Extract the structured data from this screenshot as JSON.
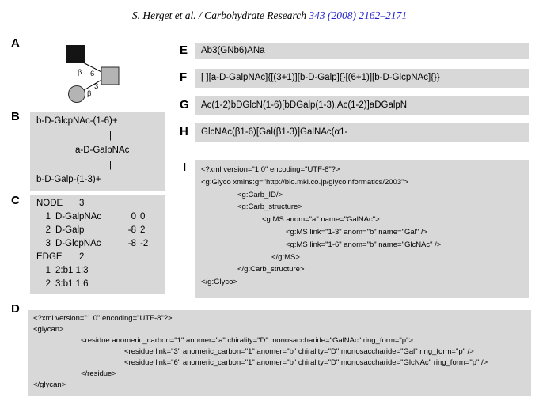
{
  "header": {
    "running_head": "S. Herget et al. / Carbohydrate Research",
    "citation": "343 (2008) 2162–2171"
  },
  "colors": {
    "box_gray": "#d8d8d8",
    "symbol_gray": "#b4b4b4",
    "symbol_black": "#141414",
    "link_blue": "#2222cc"
  },
  "panels": {
    "a": {
      "label": "A",
      "symbols": [
        "filled-square",
        "shaded-square",
        "shaded-circle"
      ],
      "linkage_labels": {
        "upper_anomer": "β",
        "upper_position": "6",
        "lower_anomer": "β",
        "lower_position": "3"
      }
    },
    "b": {
      "label": "B",
      "lines": [
        "b-D-GlcpNAc-(1-6)+",
        "|",
        "a-D-GalpNAc",
        "|",
        "b-D-Galp-(1-3)+"
      ]
    },
    "c": {
      "label": "C",
      "node_keyword": "NODE",
      "node_count": "3",
      "nodes": [
        {
          "index": "1",
          "name": "D-GalpNAc",
          "x": "0",
          "y": "0"
        },
        {
          "index": "2",
          "name": "D-Galp",
          "x": "-8",
          "y": "2"
        },
        {
          "index": "3",
          "name": "D-GlcpNAc",
          "x": "-8",
          "y": "-2"
        }
      ],
      "edge_keyword": "EDGE",
      "edge_count": "2",
      "edges": [
        {
          "index": "1",
          "spec": "2:b1 1:3"
        },
        {
          "index": "2",
          "spec": "3:b1 1:6"
        }
      ]
    },
    "d": {
      "label": "D",
      "lines": [
        "<?xml version=\"1.0\" encoding=\"UTF-8\"?>",
        "<glycan>",
        "<residue anomeric_carbon=\"1\" anomer=\"a\" chirality=\"D\" monosaccharide=\"GalNAc\" ring_form=\"p\">",
        "<residue link=\"3\" anomeric_carbon=\"1\" anomer=\"b\" chirality=\"D\" monosaccharide=\"Gal\" ring_form=\"p\" />",
        "<residue link=\"6\" anomeric_carbon=\"1\" anomer=\"b\" chirality=\"D\" monosaccharide=\"GlcNAc\" ring_form=\"p\" />",
        "</residue>",
        "</glycan>"
      ]
    },
    "e": {
      "label": "E",
      "sequence": "Ab3(GNb6)ANa"
    },
    "f": {
      "label": "F",
      "sequence": "[ ][a-D-GalpNAc]{[(3+1)][b-D-Galp]{}[(6+1)][b-D-GlcpNAc]{}}"
    },
    "g": {
      "label": "G",
      "sequence": "Ac(1-2)bDGlcN(1-6)[bDGalp(1-3),Ac(1-2)]aDGalpN"
    },
    "h": {
      "label": "H",
      "sequence": "GlcNAc(β1-6)[Gal(β1-3)]GalNAc(α1-"
    },
    "i": {
      "label": "I",
      "lines": [
        "<?xml version=\"1.0\" encoding=\"UTF-8\"?>",
        "<g:Glyco xmlns:g=\"http://bio.mki.co.jp/glycoinformatics/2003\">",
        "<g:Carb_ID/>",
        "<g:Carb_structure>",
        "<g:MS anom=\"a\" name=\"GalNAc\">",
        "<g:MS link=\"1-3\" anom=\"b\" name=\"Gal\" />",
        "<g:MS link=\"1-6\" anom=\"b\" name=\"GlcNAc\" />",
        "</g:MS>",
        "</g:Carb_structure>",
        "</g:Glyco>"
      ]
    }
  }
}
